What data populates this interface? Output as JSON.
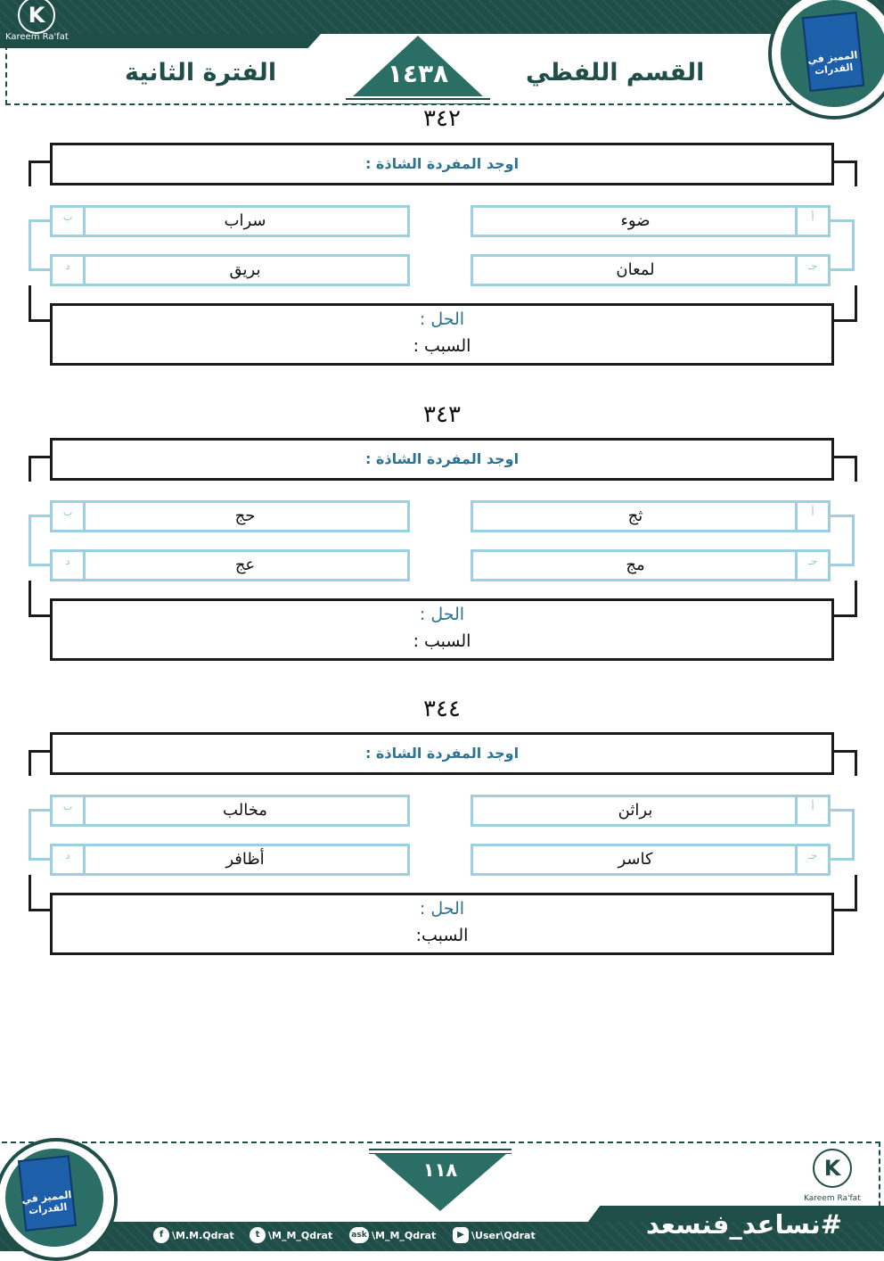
{
  "header": {
    "section_title": "القسم اللفظي",
    "period_title": "الفترة الثانية",
    "year": "١٤٣٨",
    "author": "Kareem Ra'fat",
    "emblem_text": "المميز في القدرات"
  },
  "questions": [
    {
      "number": "٣٤٢",
      "prompt": "اوجد المفردة الشاذة :",
      "options": [
        {
          "letter": "أ",
          "text": "ضوء"
        },
        {
          "letter": "ب",
          "text": "سراب"
        },
        {
          "letter": "جـ",
          "text": "لمعان"
        },
        {
          "letter": "د",
          "text": "بريق"
        }
      ],
      "solution_label": "الحل :",
      "reason_label": "السبب :"
    },
    {
      "number": "٣٤٣",
      "prompt": "اوجد المفردة الشاذة :",
      "options": [
        {
          "letter": "أ",
          "text": "ثج"
        },
        {
          "letter": "ب",
          "text": "حج"
        },
        {
          "letter": "جـ",
          "text": "مج"
        },
        {
          "letter": "د",
          "text": "عج"
        }
      ],
      "solution_label": "الحل :",
      "reason_label": "السبب :"
    },
    {
      "number": "٣٤٤",
      "prompt": "اوجد المفردة الشاذة :",
      "options": [
        {
          "letter": "أ",
          "text": "براثن"
        },
        {
          "letter": "ب",
          "text": "مخالب"
        },
        {
          "letter": "جـ",
          "text": "كاسر"
        },
        {
          "letter": "د",
          "text": "أظافر"
        }
      ],
      "solution_label": "الحل :",
      "reason_label": "السبب:"
    }
  ],
  "footer": {
    "page_number": "١١٨",
    "hashtag": "#نساعد_فنسعد",
    "author": "Kareem Ra'fat",
    "social": [
      {
        "icon": "facebook-icon",
        "glyph": "f",
        "handle": "\\M.M.Qdrat"
      },
      {
        "icon": "twitter-icon",
        "glyph": "t",
        "handle": "\\M_M_Qdrat"
      },
      {
        "icon": "ask-icon",
        "glyph": "ask",
        "handle": "\\M_M_Qdrat"
      },
      {
        "icon": "youtube-icon",
        "glyph": "▶",
        "handle": "\\User\\Qdrat"
      }
    ]
  },
  "colors": {
    "brand_dark": "#1f4e48",
    "brand_mid": "#2a6e66",
    "prompt_blue": "#2b7390",
    "option_border": "#9cd0e0"
  }
}
